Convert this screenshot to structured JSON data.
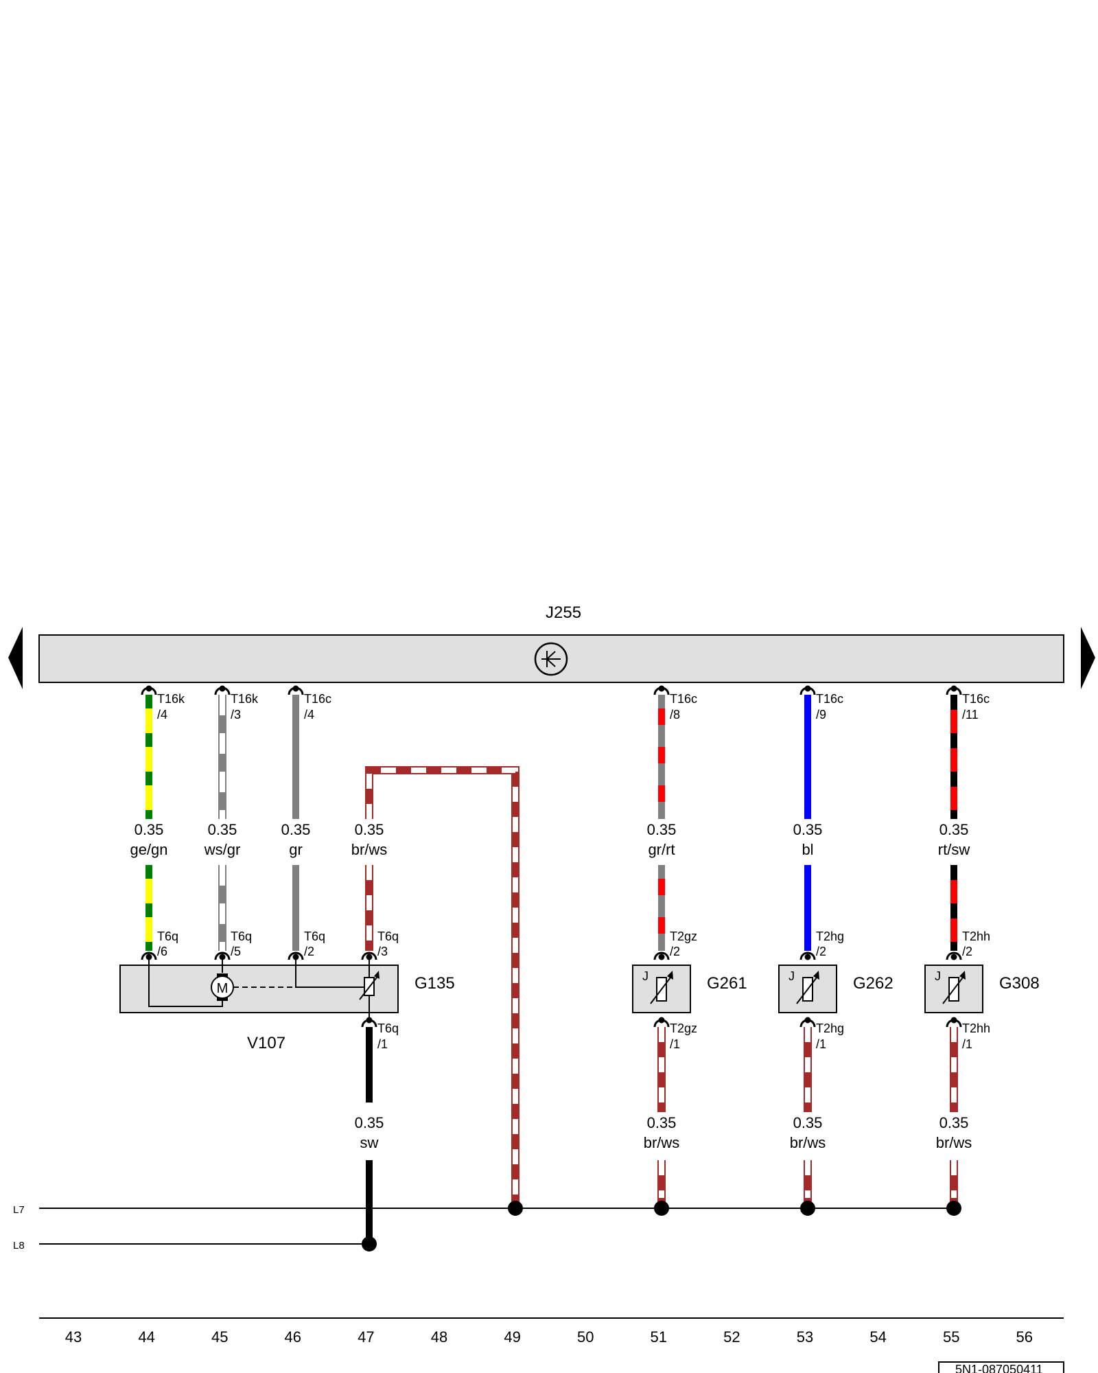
{
  "title_component": "J255",
  "left_rails": [
    "L7",
    "L8"
  ],
  "columns": [
    "43",
    "44",
    "45",
    "46",
    "47",
    "48",
    "49",
    "50",
    "51",
    "52",
    "53",
    "54",
    "55",
    "56"
  ],
  "reference": "5N1-087050411",
  "components": {
    "v107": "V107",
    "g135": "G135",
    "g261": "G261",
    "g262": "G262",
    "g308": "G308",
    "motor_letter": "M",
    "sensor_letter": "J"
  },
  "top_pins": [
    {
      "conn": "T16k",
      "pin": "/4"
    },
    {
      "conn": "T16k",
      "pin": "/3"
    },
    {
      "conn": "T16c",
      "pin": "/4"
    },
    {
      "conn": "T16c",
      "pin": "/8"
    },
    {
      "conn": "T16c",
      "pin": "/9"
    },
    {
      "conn": "T16c",
      "pin": "/11"
    }
  ],
  "upper_wires": [
    {
      "size": "0.35",
      "color": "ge/gn"
    },
    {
      "size": "0.35",
      "color": "ws/gr"
    },
    {
      "size": "0.35",
      "color": "gr"
    },
    {
      "size": "0.35",
      "color": "br/ws"
    },
    {
      "size": "0.35",
      "color": "gr/rt"
    },
    {
      "size": "0.35",
      "color": "bl"
    },
    {
      "size": "0.35",
      "color": "rt/sw"
    }
  ],
  "mid_pins": [
    {
      "conn": "T6q",
      "pin": "/6"
    },
    {
      "conn": "T6q",
      "pin": "/5"
    },
    {
      "conn": "T6q",
      "pin": "/2"
    },
    {
      "conn": "T6q",
      "pin": "/3"
    },
    {
      "conn": "T2gz",
      "pin": "/2"
    },
    {
      "conn": "T2hg",
      "pin": "/2"
    },
    {
      "conn": "T2hh",
      "pin": "/2"
    }
  ],
  "low_pins": [
    {
      "conn": "T6q",
      "pin": "/1"
    },
    {
      "conn": "T2gz",
      "pin": "/1"
    },
    {
      "conn": "T2hg",
      "pin": "/1"
    },
    {
      "conn": "T2hh",
      "pin": "/1"
    }
  ],
  "lower_wires": [
    {
      "size": "0.35",
      "color": "sw"
    },
    {
      "size": "0.35",
      "color": "br/ws"
    },
    {
      "size": "0.35",
      "color": "br/ws"
    },
    {
      "size": "0.35",
      "color": "br/ws"
    }
  ],
  "wire_colors": {
    "ge": "#ffff00",
    "gn": "#008000",
    "ws": "#ffffff",
    "gr": "#808080",
    "br": "#a52a2a",
    "rt": "#ff0000",
    "bl": "#0000ff",
    "sw": "#000000",
    "box_fill": "#e0e0e0"
  }
}
